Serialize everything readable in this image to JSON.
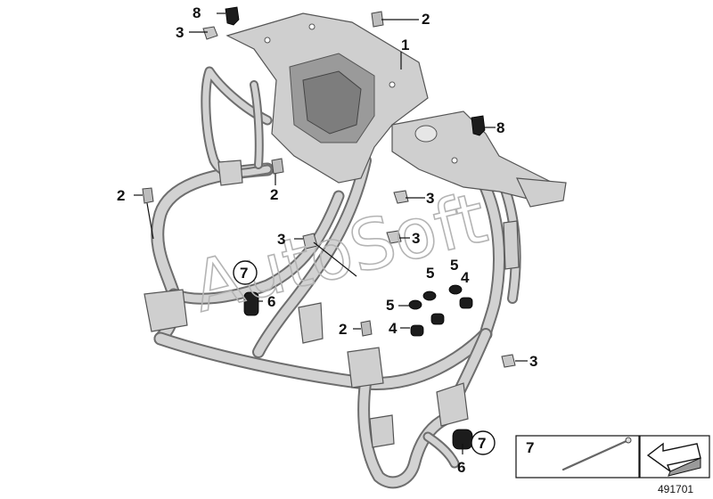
{
  "diagram_id": "491701",
  "watermark": "AutoSoft",
  "callouts": {
    "c1": "1",
    "c2a": "2",
    "c2b": "2",
    "c2c": "2",
    "c2d": "2",
    "c3a": "3",
    "c3b": "3",
    "c3c": "3",
    "c3d": "3",
    "c3e": "3",
    "c4a": "4",
    "c4b": "4",
    "c5a": "5",
    "c5b": "5",
    "c5c": "5",
    "c6a": "6",
    "c6b": "6",
    "c7a": "7",
    "c7b": "7",
    "c8a": "8",
    "c8b": "8"
  },
  "inset": {
    "label": "7"
  },
  "colors": {
    "tube_dark": "#6e6e6e",
    "tube_light": "#d2d2d2",
    "plate": "#cfcfcf",
    "pad": "#1c1c1c"
  }
}
